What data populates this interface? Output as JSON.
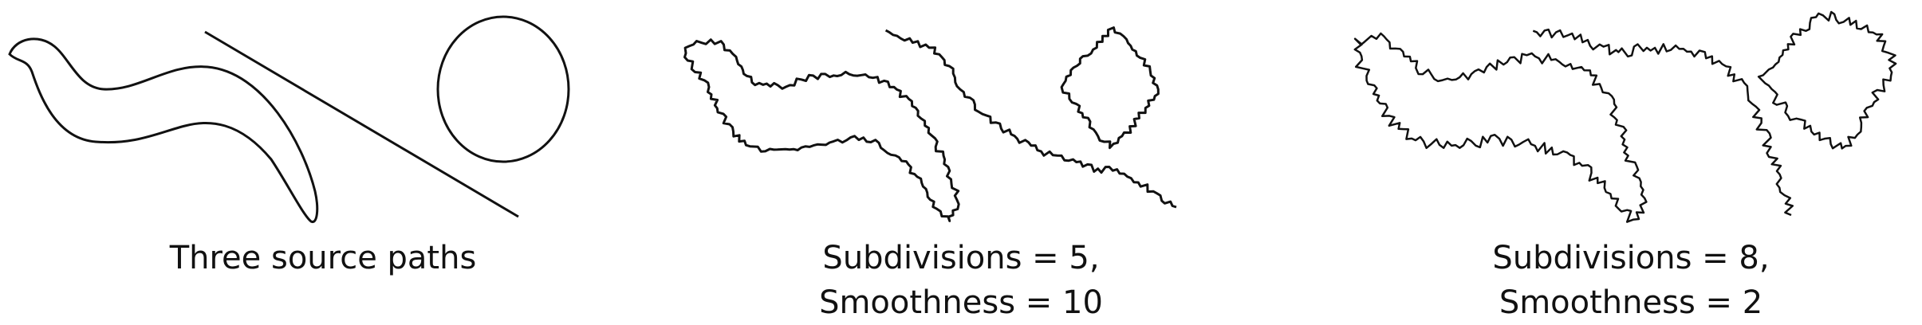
{
  "panels": [
    {
      "caption_lines": [
        "Three source paths"
      ],
      "smooth": true
    },
    {
      "caption_lines": [
        "Subdivisions = 5,",
        "Smoothness = 10"
      ],
      "smooth": false
    },
    {
      "caption_lines": [
        "Subdivisions = 8,",
        "Smoothness = 2"
      ],
      "smooth": false
    }
  ],
  "stroke_color": "#111111"
}
